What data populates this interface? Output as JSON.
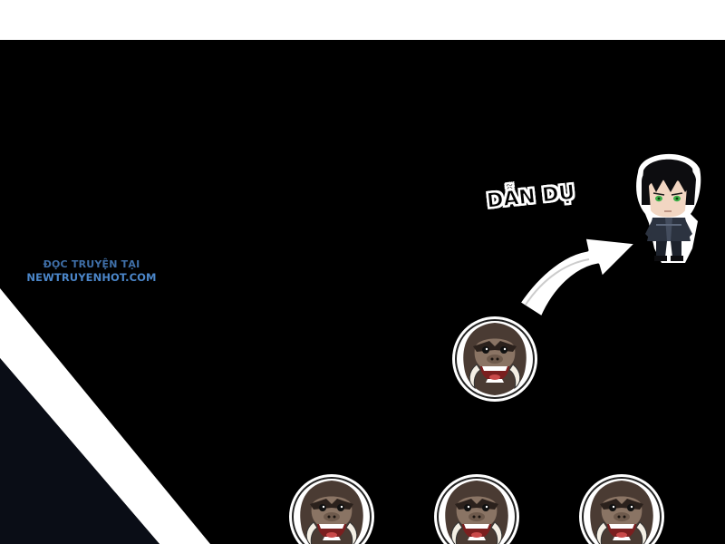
{
  "panel": {
    "background_color": "#000000",
    "top_band_color": "#ffffff",
    "stripe_color": "#ffffff"
  },
  "watermark": {
    "line1": "ĐỌC TRUYỆN TẠI",
    "line2": "NEWTRUYENHOT.COM",
    "line1_color": "#3f6fa8",
    "line2_color": "#4b86c9"
  },
  "sfx_text": "DẪN DỤ",
  "characters": {
    "hero_icon": "chibi-swordsman-icon",
    "ape_icon": "roaring-ape-head-icon",
    "arrow_icon": "curved-arrow-icon"
  }
}
